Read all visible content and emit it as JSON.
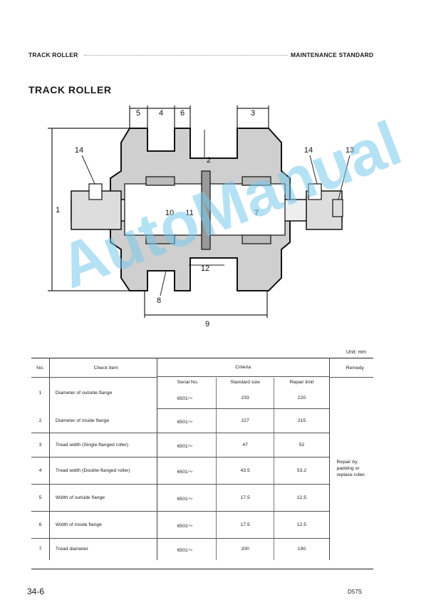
{
  "header": {
    "left": "TRACK ROLLER",
    "right": "MAINTENANCE STANDARD"
  },
  "title": "TRACK ROLLER",
  "diagram_labels": [
    "5",
    "4",
    "6",
    "3",
    "2",
    "14",
    "14",
    "13",
    "1",
    "10",
    "11",
    "7",
    "12",
    "8",
    "9"
  ],
  "watermark": "AutoManual",
  "unit": "Unit: mm",
  "table": {
    "headers": {
      "no": "No.",
      "check_item": "Check Item",
      "criteria": "Criteria",
      "remedy": "Remedy"
    },
    "subheaders": {
      "serial": "Serial No.",
      "standard": "Standard size",
      "repair": "Repair limit"
    },
    "rows": [
      {
        "no": "1",
        "item": "Diameter of outside flange",
        "serial": "6501～",
        "standard": "233",
        "repair": "220"
      },
      {
        "no": "2",
        "item": "Diameter of inside flange",
        "serial": "6501～",
        "standard": "227",
        "repair": "215"
      },
      {
        "no": "3",
        "item": "Tread width (Single-flanged roller)",
        "serial": "6501～",
        "standard": "47",
        "repair": "52"
      },
      {
        "no": "4",
        "item": "Tread width (Double-flanged roller)",
        "serial": "6501～",
        "standard": "43.5",
        "repair": "53.2"
      },
      {
        "no": "5",
        "item": "Width of outside flange",
        "serial": "6501～",
        "standard": "17.5",
        "repair": "12.5"
      },
      {
        "no": "6",
        "item": "Width of inside flange",
        "serial": "6501～",
        "standard": "17.5",
        "repair": "12.5"
      },
      {
        "no": "7",
        "item": "Tread diameter",
        "serial": "6501～",
        "standard": "200",
        "repair": "190"
      }
    ],
    "remedy": "Repair by padding or replace roller."
  },
  "footer": {
    "page": "34-6",
    "model": "D57S"
  }
}
